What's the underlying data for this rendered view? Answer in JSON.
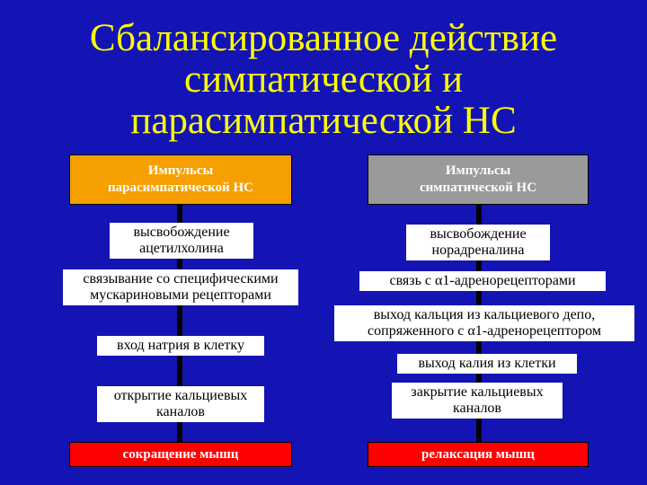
{
  "title": {
    "line1": "Сбалансированное действие",
    "line2": "симпатической и",
    "line3": "парасимпатической НС"
  },
  "left": {
    "header": [
      "Импульсы",
      "парасимпатической НС"
    ],
    "steps": [
      [
        "высвобождение",
        "ацетилхолина"
      ],
      [
        "связывание со специфическими",
        "мускариновыми рецепторами"
      ],
      [
        "вход натрия в клетку"
      ],
      [
        "открытие кальциевых",
        "каналов"
      ]
    ],
    "result": "сокращение мышц"
  },
  "right": {
    "header": [
      "Импульсы",
      "симпатической НС"
    ],
    "steps": [
      [
        "высвобождение",
        "норадреналина"
      ],
      [
        "связь с α1-адренорецепторами"
      ],
      [
        "выход кальция из кальциевого депо,",
        "сопряженного с α1-адренорецептором"
      ],
      [
        "выход калия из клетки"
      ],
      [
        "закрытие кальциевых",
        "каналов"
      ]
    ],
    "result": "релаксация мышц"
  },
  "colors": {
    "background": "#1414b4",
    "title": "#ffff00",
    "left_header": "#f5a000",
    "right_header": "#9a9a9a",
    "result": "#ff0000"
  }
}
